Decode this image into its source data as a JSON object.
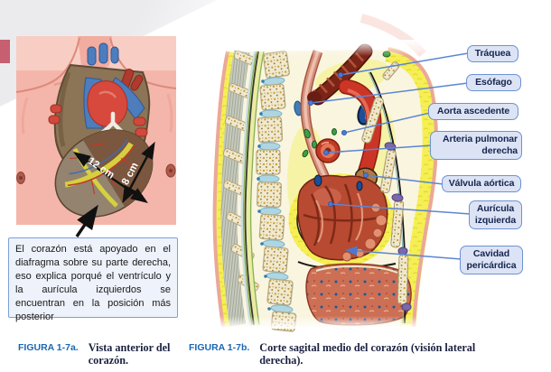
{
  "figure_a": {
    "measurement_long": "12 cm",
    "measurement_short": "8 cm",
    "note": "El corazón está apoyado en el diafragma sobre su parte derecha, eso explica porqué el ventrículo y la aurícula izquierdos se encuentran en la posición más posterior",
    "caption_number": "FIGURA 1-7a.",
    "caption_text": "Vista anterior del corazón."
  },
  "figure_b": {
    "labels": [
      "Tráquea",
      "Esófago",
      "Aorta ascedente",
      "Arteria pulmonar derecha",
      "Válvula aórtica",
      "Aurícula izquierda",
      "Cavidad pericárdica"
    ],
    "caption_number": "FIGURA 1-7b.",
    "caption_text": "Corte sagital medio del corazón (visión lateral derecha)."
  },
  "colors": {
    "label_box_fill": "#dce3f4",
    "label_box_border": "#6d92d4",
    "leader_line": "#5b86d3",
    "caption_number_blue": "#1b67b3",
    "accent_square": "#c65f70",
    "note_box_border": "#7ba0d8"
  }
}
